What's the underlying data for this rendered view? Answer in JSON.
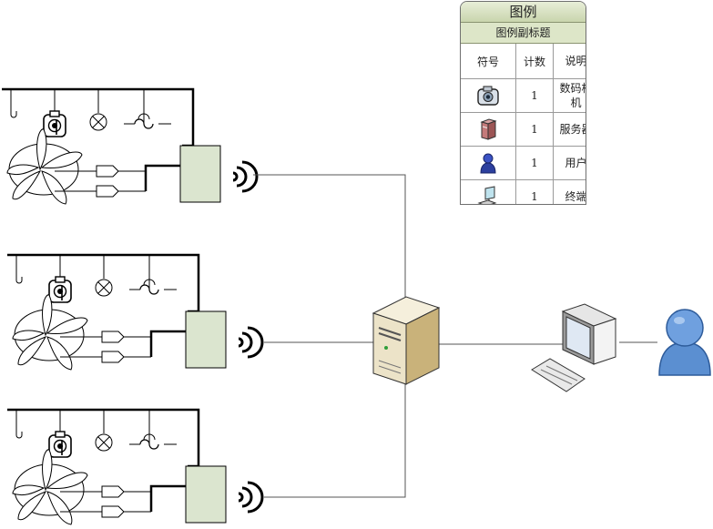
{
  "legend": {
    "title": "图例",
    "subtitle": "图例副标题",
    "headers": {
      "symbol": "符号",
      "count": "计数",
      "description": "说明"
    },
    "rows": [
      {
        "icon": "camera-icon",
        "count": "1",
        "description": "数码相机"
      },
      {
        "icon": "server-icon",
        "count": "1",
        "description": "服务器"
      },
      {
        "icon": "user-icon",
        "count": "1",
        "description": "用户"
      },
      {
        "icon": "terminal-icon",
        "count": "1",
        "description": "终端"
      }
    ]
  },
  "diagram": {
    "site_count": 3,
    "site_symbols": [
      "hook-icon",
      "camera-icon",
      "lamp-icon",
      "fuse-icon",
      "fan-icon",
      "connector-icon",
      "controller-box",
      "wireless-icon"
    ],
    "hub": "server-icon",
    "endpoints": [
      "terminal-icon",
      "user-icon"
    ],
    "colors": {
      "line": "#000000",
      "thin_line": "#555555",
      "box_fill": "#dbe5cf",
      "user_blue": "#5b8fd1",
      "server_beige": "#ece3c8"
    }
  }
}
